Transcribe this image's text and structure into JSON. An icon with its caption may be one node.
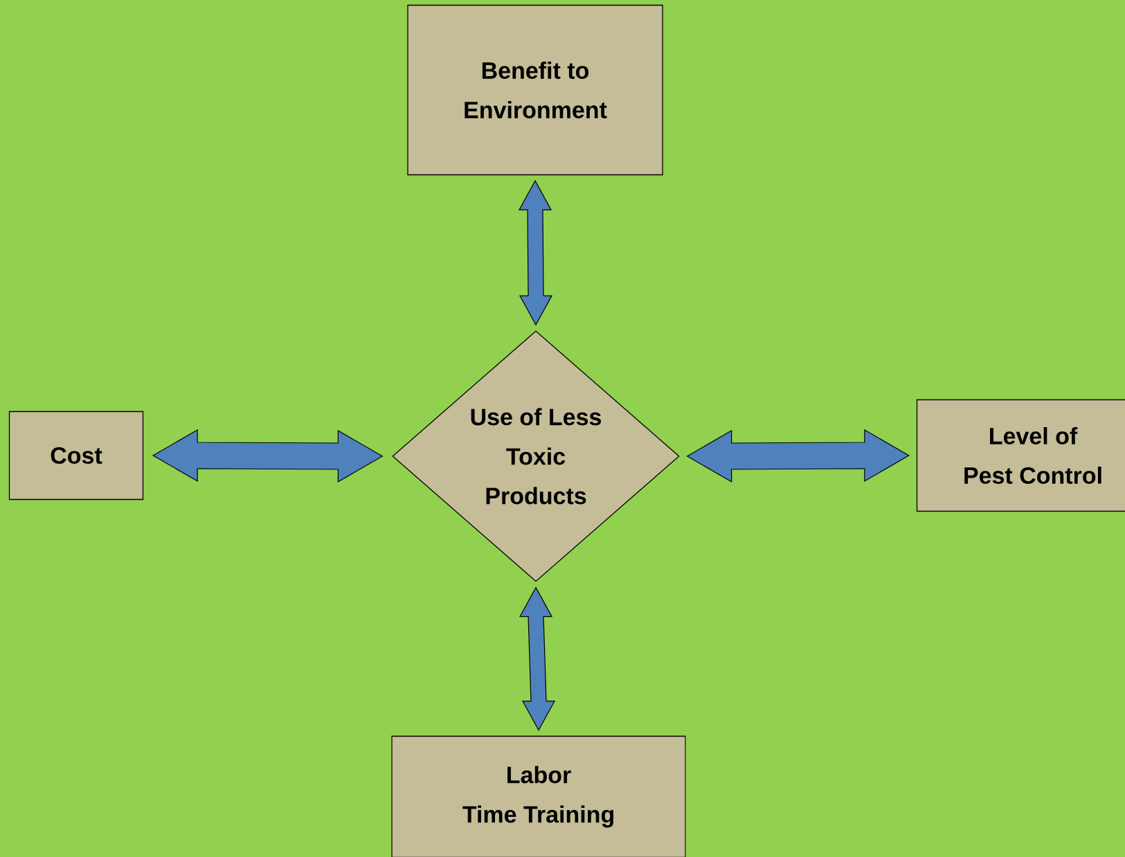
{
  "diagram": {
    "nodes": [
      {
        "text": [
          "Benefit to Environment"
        ]
      },
      {
        "text": [
          "Use of Less Toxic Products"
        ]
      },
      {
        "text": [
          "Cost"
        ]
      },
      {
        "text": [
          "Level of Pest Control"
        ]
      },
      {
        "text": [
          "Labor Time Training"
        ]
      }
    ],
    "edges": [
      {
        "from": 0,
        "to": 1,
        "arrow": "both"
      },
      {
        "from": 2,
        "to": 1,
        "arrow": "both"
      },
      {
        "from": 1,
        "to": 3,
        "arrow": "both"
      },
      {
        "from": 1,
        "to": 4,
        "arrow": "both"
      }
    ]
  }
}
